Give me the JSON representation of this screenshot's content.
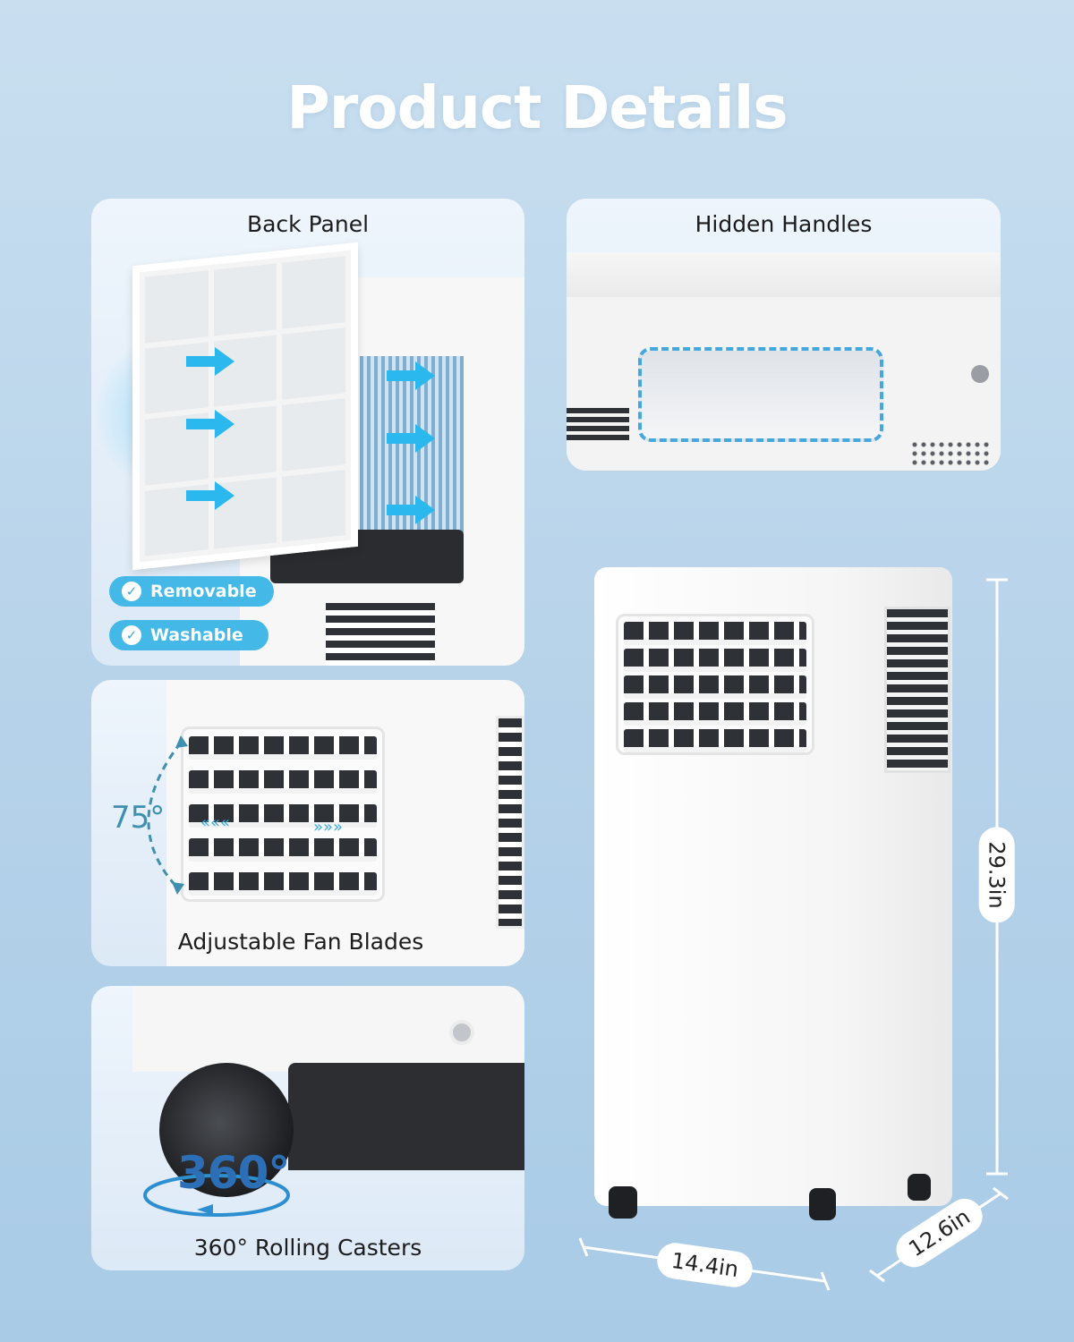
{
  "page": {
    "title": "Product Details"
  },
  "cards": {
    "back_panel": {
      "label": "Back Panel",
      "badges": [
        "Removable",
        "Washable"
      ]
    },
    "hidden_handles": {
      "label": "Hidden Handles"
    },
    "fan_blades": {
      "label": "Adjustable Fan Blades",
      "angle": "75°"
    },
    "casters": {
      "label": "360° Rolling Casters",
      "rotation": "360°"
    }
  },
  "dimensions": {
    "height": "29.3in",
    "width": "14.4in",
    "depth": "12.6in"
  },
  "colors": {
    "accent": "#44b9e8",
    "background": "#b7d3ea",
    "unit": "#fafafa"
  }
}
